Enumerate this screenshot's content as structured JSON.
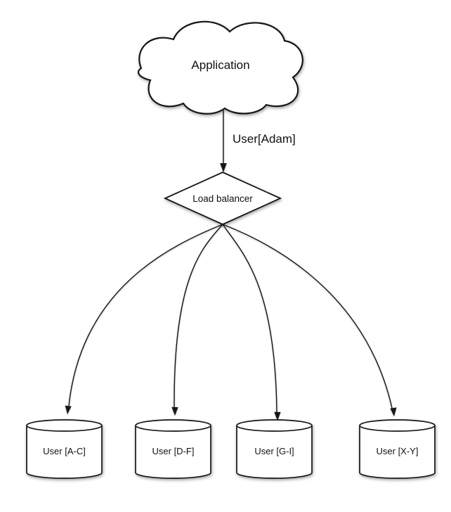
{
  "diagram": {
    "background_color": "#ffffff",
    "stroke_color": "#161616",
    "application": {
      "label": "Application",
      "shape": "cloud"
    },
    "edge_app_to_lb": {
      "label": "User[Adam]"
    },
    "load_balancer": {
      "label": "Load balancer",
      "shape": "diamond"
    },
    "databases": [
      {
        "label": "User [A-C]",
        "shape": "cylinder"
      },
      {
        "label": "User [D-F]",
        "shape": "cylinder"
      },
      {
        "label": "User [G-I]",
        "shape": "cylinder"
      },
      {
        "label": "User [X-Y]",
        "shape": "cylinder"
      }
    ]
  }
}
